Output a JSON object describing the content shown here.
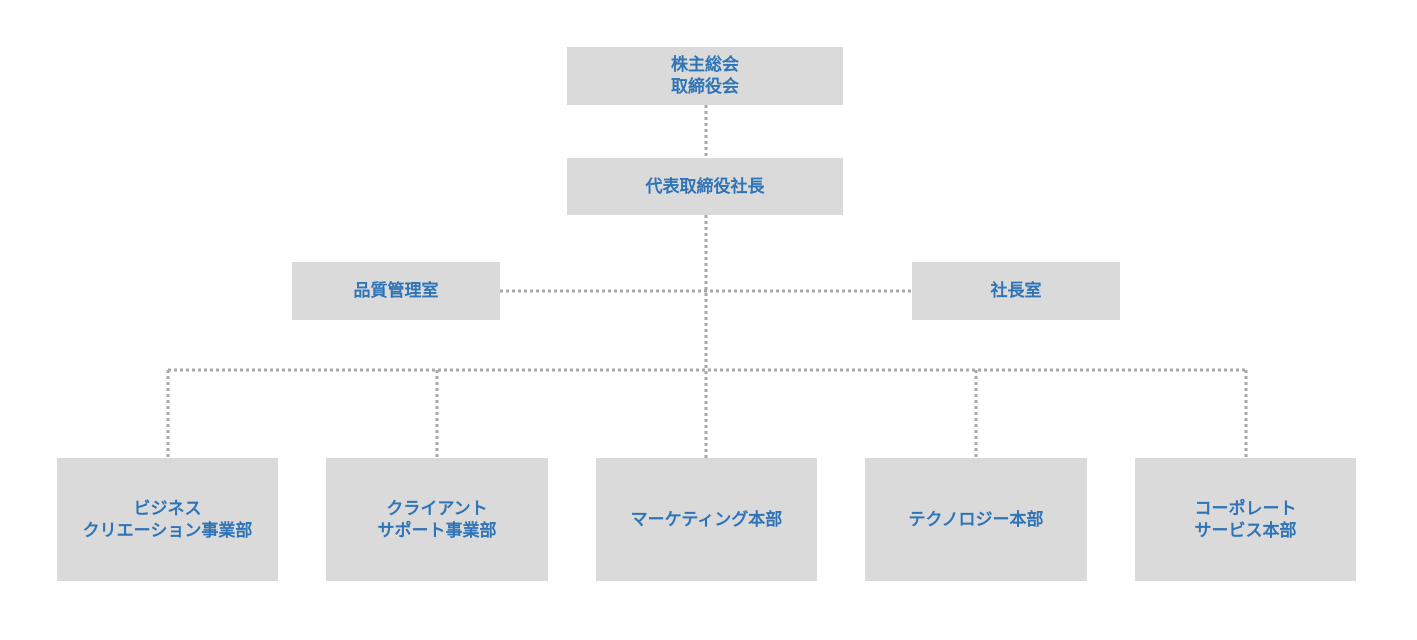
{
  "org_chart": {
    "top": {
      "line1": "株主総会",
      "line2": "取締役会"
    },
    "ceo": {
      "label": "代表取締役社長"
    },
    "staff": {
      "quality": {
        "label": "品質管理室"
      },
      "president_office": {
        "label": "社長室"
      }
    },
    "divisions": [
      {
        "line1": "ビジネス",
        "line2": "クリエーション事業部"
      },
      {
        "line1": "クライアント",
        "line2": "サポート事業部"
      },
      {
        "line1": "マーケティング本部"
      },
      {
        "line1": "テクノロジー本部"
      },
      {
        "line1": "コーポレート",
        "line2": "サービス本部"
      }
    ]
  },
  "colors": {
    "box_fill": "#dadada",
    "text": "#2f74b7",
    "connector": "#a9a9a9"
  }
}
